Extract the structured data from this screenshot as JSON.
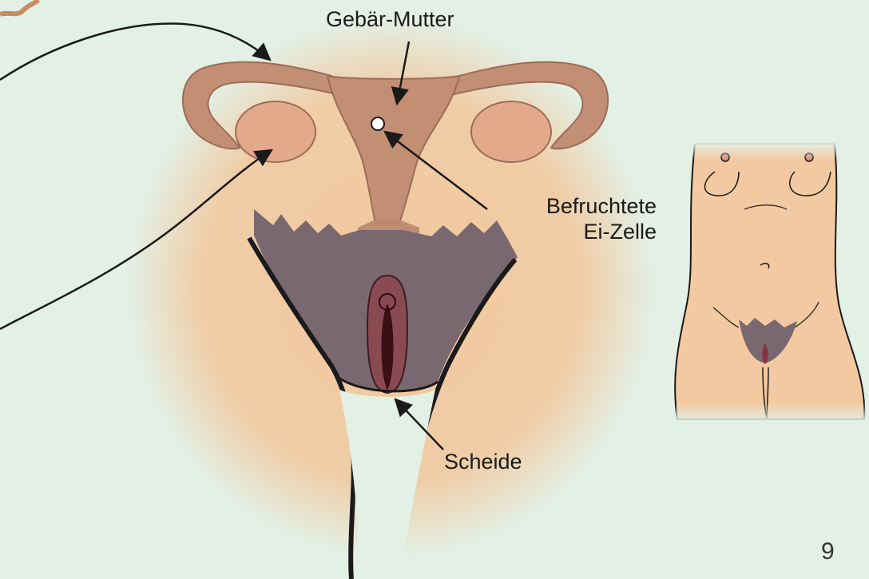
{
  "labels": {
    "uterus": "Gebär-Mutter",
    "fertilized_egg_line1": "Befruchtete",
    "fertilized_egg_line2": "Ei-Zelle",
    "vagina": "Scheide"
  },
  "page_number": "9",
  "colors": {
    "background": "#e3f0e6",
    "skin_glow": "#f2c79c",
    "skin": "#f3c9a1",
    "organ": "#c28e74",
    "organ_dark": "#a06a55",
    "pubic_hair": "#7a6870",
    "outline": "#1a1a1a"
  }
}
